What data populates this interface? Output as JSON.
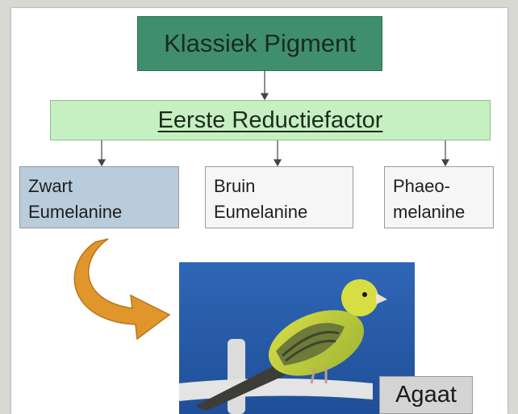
{
  "diagram": {
    "root": "Klassiek Pigment",
    "factor": "Eerste Reductiefactor",
    "leaves": [
      {
        "line1": "Zwart",
        "line2": "Eumelanine"
      },
      {
        "line1": "Bruin",
        "line2": "Eumelanine"
      },
      {
        "line1": "Phaeo-",
        "line2": "melanine"
      }
    ],
    "result_label": "Agaat"
  },
  "colors": {
    "root_fill": "#3f8f6d",
    "factor_fill": "#c7f0c2",
    "highlight_leaf_fill": "#b9ccdc",
    "arrow": "#e0962a",
    "photo_background": "#2a5aa6",
    "bird": "#b6c93c"
  },
  "icons": [
    "curved-arrow-icon",
    "canary-bird-image"
  ]
}
